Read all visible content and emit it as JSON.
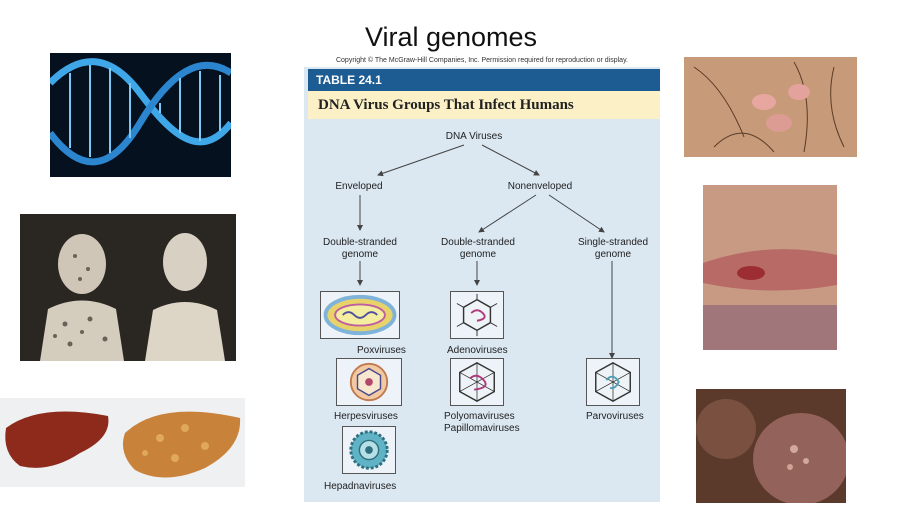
{
  "slide": {
    "title": "Viral genomes"
  },
  "table": {
    "copyright": "Copyright © The McGraw-Hill Companies, Inc. Permission required for reproduction or display.",
    "label": "TABLE 24.1",
    "heading": "DNA Virus Groups That Infect Humans",
    "root": "DNA Viruses",
    "enveloped": "Enveloped",
    "nonenveloped": "Nonenveloped",
    "env_genome": [
      "Double-stranded",
      "genome"
    ],
    "nonenv_ds_genome": [
      "Double-stranded",
      "genome"
    ],
    "nonenv_ss_genome": [
      "Single-stranded",
      "genome"
    ],
    "viruses": {
      "poxviruses": "Poxviruses",
      "herpesviruses": "Herpesviruses",
      "hepadnaviruses": "Hepadnaviruses",
      "adenoviruses": "Adenoviruses",
      "polyomaviruses": "Polyomaviruses",
      "papillomaviruses": "Papillomaviruses",
      "parvoviruses": "Parvoviruses"
    }
  },
  "colors": {
    "table_label_bg": "#1d5c93",
    "table_title_bg": "#fbf0c6",
    "panel_bg": "#dbe7f1"
  }
}
